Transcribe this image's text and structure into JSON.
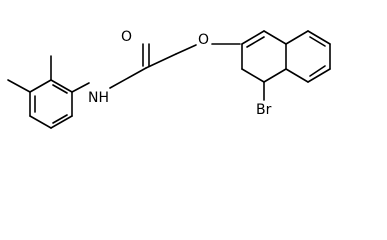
{
  "molecule": {
    "atoms": {
      "oxygen_carbonyl": "O",
      "oxygen_ether": "O",
      "nitrogen": "NH",
      "bromine": "Br"
    }
  }
}
